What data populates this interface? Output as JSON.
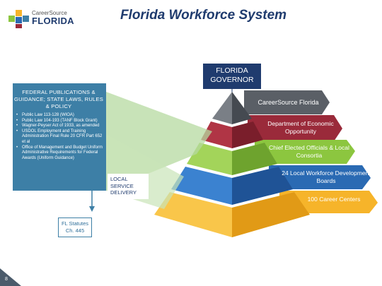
{
  "title": "Florida Workforce System",
  "logo": {
    "line1": "CareerSource",
    "line2": "FLORIDA"
  },
  "governor": {
    "line1": "FLORIDA",
    "line2": "GOVERNOR"
  },
  "federal": {
    "heading": "FEDERAL PUBLICATIONS & GUIDANCE; STATE LAWS, RULES & POLICY",
    "items": [
      "Public Law 113-128 (WIOA)",
      "Public Law 104-193 (TANF Block Grant)",
      "Wagner-Peyser Act of 1933, as amended",
      "USDOL Employment and Training Administration Final Rule 20 CFR Part 652 et al",
      "Office of Management and Budget Uniform Administrative Requirements for Federal Awards (Uniform Guidance)"
    ]
  },
  "statutes": {
    "line1": "FL Statutes",
    "line2": "Ch. 445"
  },
  "local_delivery": {
    "line1": "LOCAL",
    "line2": "SERVICE",
    "line3": "DELIVERY"
  },
  "pyramid": {
    "levels": [
      {
        "label": "CareerSource Florida",
        "color": "#5a5f66"
      },
      {
        "label": "Department of Economic Opportunity",
        "color": "#9a2a3a"
      },
      {
        "label": "Chief Elected Officials & Local Consortia",
        "color": "#8cc63f"
      },
      {
        "label": "24 Local Workforce Development Boards",
        "color": "#2a6ab3"
      },
      {
        "label": "100 Career Centers",
        "color": "#f6b42a"
      }
    ]
  },
  "page_number": "8",
  "colors": {
    "navy": "#1f3b6e",
    "steel_blue": "#3d7fa6"
  }
}
